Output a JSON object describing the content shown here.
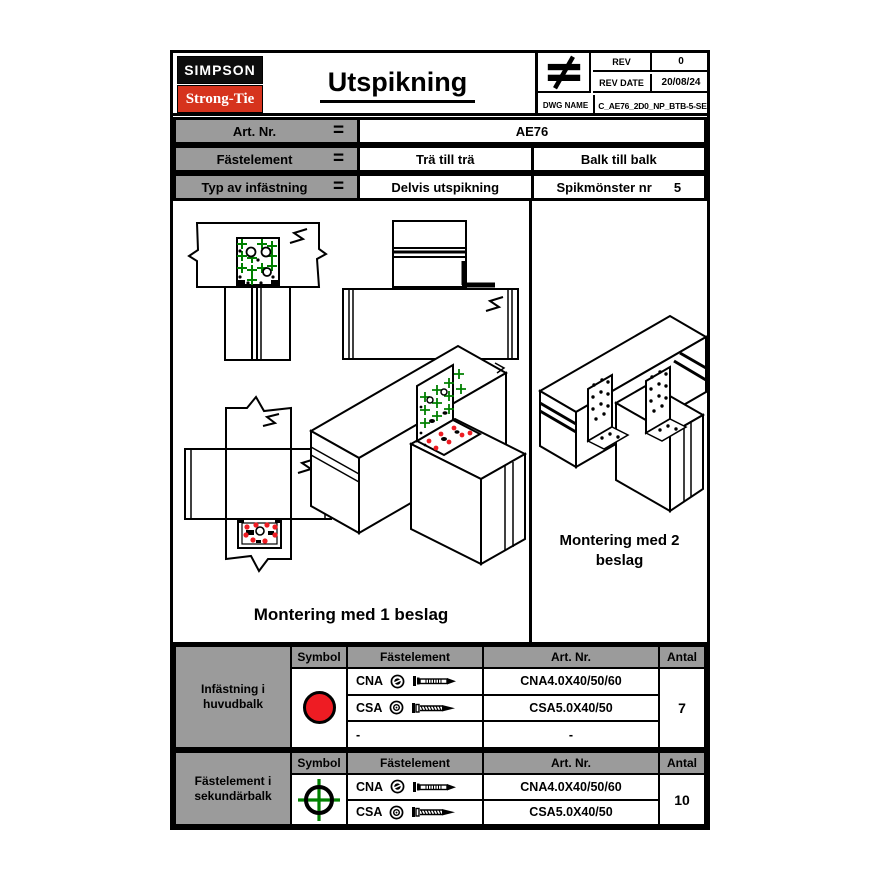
{
  "colors": {
    "gray": "#9b9b9b",
    "logo_red": "#d6331d",
    "dot_red": "#ee1c23",
    "green": "#008000",
    "black": "#000000"
  },
  "header": {
    "logo_line1": "SIMPSON",
    "logo_line2": "Strong-Tie",
    "title": "Utspikning",
    "rev_label": "REV",
    "rev_value": "0",
    "rev_date_label": "REV DATE",
    "rev_date_value": "20/08/24",
    "dwg_label": "DWG NAME",
    "dwg_value": "C_AE76_2D0_NP_BTB-5-SE",
    "symbol": "not-equal"
  },
  "info": {
    "eq": "=",
    "rows": [
      {
        "label": "Art. Nr.",
        "value": "AE76"
      },
      {
        "label": "Fästelement",
        "value1": "Trä till trä",
        "value2": "Balk till balk"
      },
      {
        "label": "Typ av infästning",
        "value1": "Delvis utspikning",
        "value2": "Spikmönster nr",
        "value2_num": "5"
      }
    ]
  },
  "drawings": {
    "caption1": "Montering med 1 beslag",
    "caption2_line1": "Montering med 2",
    "caption2_line2": "beslag"
  },
  "tables": [
    {
      "row_label_line1": "Infästning i",
      "row_label_line2": "huvudbalk",
      "headers": {
        "symbol": "Symbol",
        "fastener": "Fästelement",
        "art": "Art. Nr.",
        "qty": "Antal"
      },
      "symbol": "red-circle",
      "rows": [
        {
          "code": "CNA",
          "type": "nail",
          "art": "CNA4.0X40/50/60"
        },
        {
          "code": "CSA",
          "type": "screw",
          "art": "CSA5.0X40/50"
        },
        {
          "code": "-",
          "type": "none",
          "art": "-"
        }
      ],
      "qty": "7"
    },
    {
      "row_label_line1": "Fästelement i",
      "row_label_line2": "sekundärbalk",
      "headers": {
        "symbol": "Symbol",
        "fastener": "Fästelement",
        "art": "Art. Nr.",
        "qty": "Antal"
      },
      "symbol": "crosshair",
      "rows": [
        {
          "code": "CNA",
          "type": "nail",
          "art": "CNA4.0X40/50/60"
        },
        {
          "code": "CSA",
          "type": "screw",
          "art": "CSA5.0X40/50"
        }
      ],
      "qty": "10"
    }
  ]
}
